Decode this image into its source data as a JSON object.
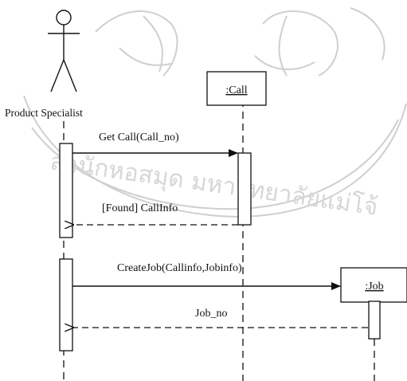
{
  "actor": {
    "name": "Product Specialist"
  },
  "objects": [
    {
      "id": "call",
      "label": ":Call"
    },
    {
      "id": "job",
      "label": ":Job"
    }
  ],
  "messages": [
    {
      "id": "get-call",
      "label": "Get Call(Call_no)",
      "kind": "call"
    },
    {
      "id": "found",
      "label": "[Found] CallInfo",
      "kind": "return"
    },
    {
      "id": "create-job",
      "label": "CreateJob(Callinfo,Jobinfo)",
      "kind": "call"
    },
    {
      "id": "job-no",
      "label": "Job_no",
      "kind": "return"
    }
  ],
  "watermark": {
    "text": "สำนักหอสมุด มหาวิทยาลัยแม่โจ้",
    "color": "#cfcfcf"
  }
}
